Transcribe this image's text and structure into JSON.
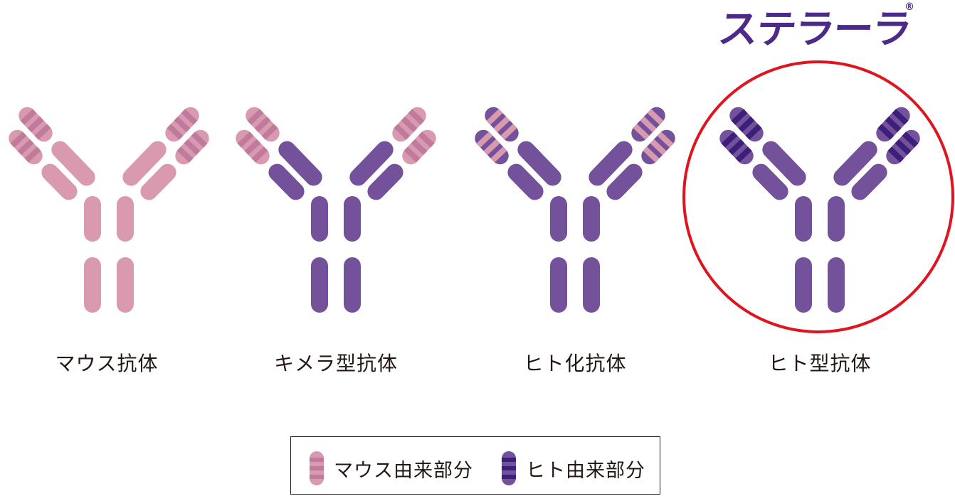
{
  "brand": {
    "name": "ステラーラ",
    "registered": "®"
  },
  "antibody_types": [
    {
      "label": "マウス抗体"
    },
    {
      "label": "キメラ型抗体"
    },
    {
      "label": "ヒト化抗体"
    },
    {
      "label": "ヒト型抗体"
    }
  ],
  "highlight": {
    "target": "ヒト型抗体",
    "color": "#e0141e"
  },
  "legend": {
    "mouse": {
      "label": "マウス由来部分"
    },
    "human": {
      "label": "ヒト由来部分"
    }
  },
  "colors": {
    "mouse_light": "#d99aaf",
    "mouse_stripe": "#c07a9c",
    "human_body": "#73519b",
    "human_dark": "#3b1f7a",
    "human_light_stripe": "#5a3590",
    "text": "#231815",
    "brand": "#4b2a8a"
  }
}
